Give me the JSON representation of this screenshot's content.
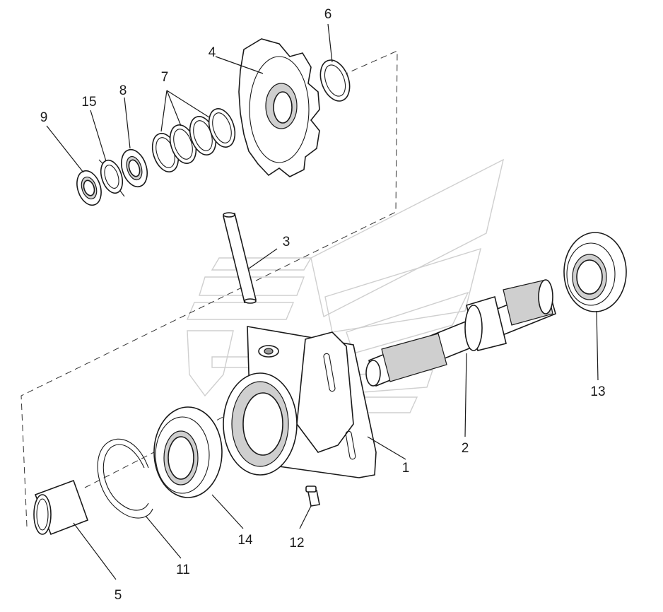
{
  "diagram": {
    "callouts": [
      {
        "id": "c1",
        "text": "1"
      },
      {
        "id": "c2",
        "text": "2"
      },
      {
        "id": "c3",
        "text": "3"
      },
      {
        "id": "c4",
        "text": "4"
      },
      {
        "id": "c5",
        "text": "5"
      },
      {
        "id": "c6",
        "text": "6"
      },
      {
        "id": "c7",
        "text": "7"
      },
      {
        "id": "c8",
        "text": "8"
      },
      {
        "id": "c9",
        "text": "9"
      },
      {
        "id": "c11",
        "text": "11"
      },
      {
        "id": "c12",
        "text": "12"
      },
      {
        "id": "c13",
        "text": "13"
      },
      {
        "id": "c14",
        "text": "14"
      },
      {
        "id": "c15",
        "text": "15"
      }
    ]
  }
}
